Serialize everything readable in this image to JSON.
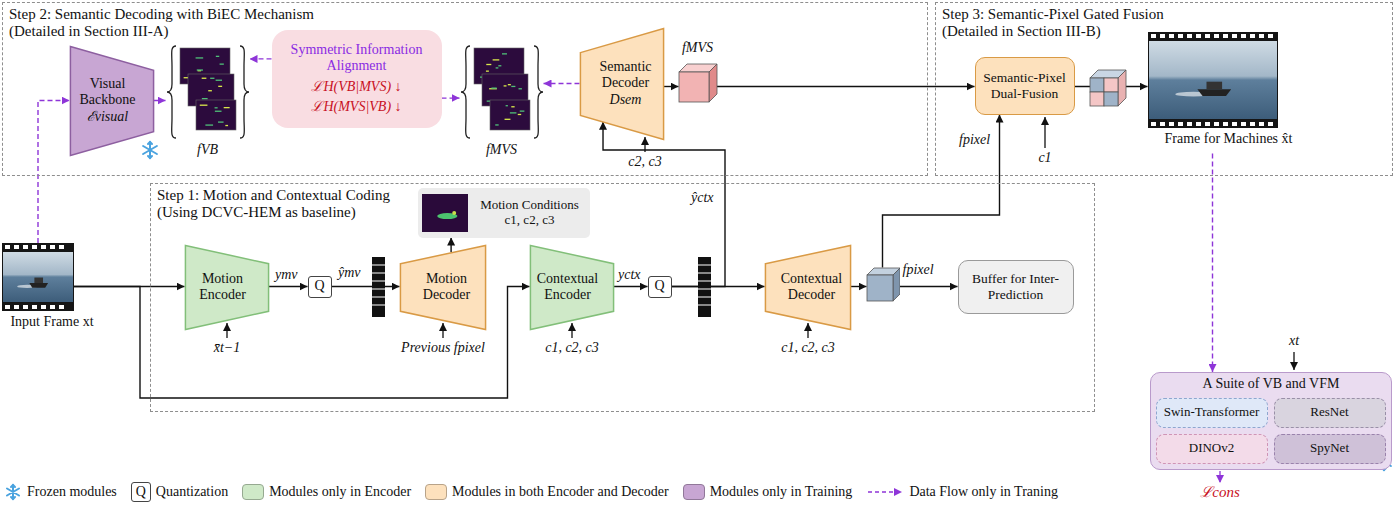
{
  "diagram": {
    "nodes": [
      {
        "text": [
          "Step 2: Semantic Decoding with BiEC Mechanism",
          "(Detailed in Section III-A)"
        ]
      },
      {
        "text": [
          "Visual Backbone",
          "ℰvisual"
        ],
        "in": 0
      },
      {
        "text": [
          "fVB"
        ],
        "in": 0
      },
      {
        "text": [
          "Symmetric Information Alignment",
          "ℒH(VB|MVS) ↓",
          "ℒH(MVS|VB) ↓"
        ],
        "in": 0
      },
      {
        "text": [
          "fMVS"
        ],
        "in": 0
      },
      {
        "text": [
          "Semantic Decoder",
          "Dsem"
        ],
        "in": 0
      },
      {
        "text": [
          "fMVS"
        ],
        "in": 0
      },
      {
        "text": [
          "Step 3: Semantic-Pixel Gated Fusion",
          "(Detailed in Section III-B)"
        ]
      },
      {
        "text": [
          "Semantic-Pixel Dual-Fusion"
        ],
        "in": 7
      },
      {
        "text": [
          "Frame for Machines x̂t"
        ],
        "in": 7
      },
      {
        "text": [
          "Step 1: Motion and Contextual Coding",
          "(Using DCVC-HEM as baseline)"
        ]
      },
      {
        "text": [
          "Motion Encoder"
        ],
        "in": 10
      },
      {
        "text": [
          "Q"
        ],
        "in": 10
      },
      {
        "text": [
          "Motion Decoder"
        ],
        "in": 10
      },
      {
        "text": [
          "Motion Conditions c1, c2, c3"
        ],
        "in": 10
      },
      {
        "text": [
          "Contextual Encoder"
        ],
        "in": 10
      },
      {
        "text": [
          "Q"
        ],
        "in": 10
      },
      {
        "text": [
          "Contextual Decoder"
        ],
        "in": 10
      },
      {
        "text": [
          "fpixel"
        ],
        "in": 10
      },
      {
        "text": [
          "Buffer for Inter-Prediction"
        ],
        "in": 10
      },
      {
        "text": [
          "Input Frame xt"
        ]
      },
      {
        "text": [
          "A Suite of VB and VFM"
        ]
      },
      {
        "text": [
          "Swin-Transformer"
        ],
        "in": 21
      },
      {
        "text": [
          "ResNet"
        ],
        "in": 21
      },
      {
        "text": [
          "DINOv2"
        ],
        "in": 21
      },
      {
        "text": [
          "SpyNet"
        ],
        "in": 21
      }
    ],
    "edges": [
      {
        "from": 20,
        "to": 1,
        "arrow": "to"
      },
      {
        "from": 1,
        "to": 2,
        "arrow": "to"
      },
      {
        "from": 3,
        "to": 2,
        "arrow": "to"
      },
      {
        "from": 3,
        "to": 4,
        "arrow": "to"
      },
      {
        "from": 5,
        "to": 4,
        "arrow": "to"
      },
      {
        "from": 5,
        "to": 6,
        "arrow": "to"
      },
      {
        "from": 6,
        "to": 8,
        "arrow": "to"
      },
      {
        "from": 8,
        "to": 9,
        "arrow": "to"
      },
      {
        "from": 20,
        "to": 11,
        "arrow": "to"
      },
      {
        "from": 11,
        "to": 12,
        "arrow": "to",
        "label": "ymv"
      },
      {
        "from": 12,
        "to": 13,
        "arrow": "to",
        "label": "ŷmv"
      },
      {
        "from": 13,
        "to": 14,
        "arrow": "to"
      },
      {
        "from": 20,
        "to": 15,
        "arrow": "to"
      },
      {
        "from": 15,
        "to": 16,
        "arrow": "to",
        "label": "yctx"
      },
      {
        "from": 16,
        "to": 17,
        "arrow": "to"
      },
      {
        "from": 16,
        "to": 5,
        "arrow": "to",
        "label": "ŷctx"
      },
      {
        "from": 17,
        "to": 18,
        "arrow": "to"
      },
      {
        "from": 18,
        "to": 19,
        "arrow": "to"
      },
      {
        "from": 18,
        "to": 8,
        "arrow": "to",
        "label": "fpixel"
      },
      {
        "from": 9,
        "to": 21,
        "arrow": "to"
      }
    ],
    "labels": [
      "x̄t−1",
      "Previous fpixel",
      "c1, c2, c3",
      "c1, c2, c3",
      "c2, c3",
      "c1",
      "xt",
      "ℒcons",
      "Q"
    ],
    "legend": [
      {
        "text": "Frozen modules"
      },
      {
        "text": "Quantization"
      },
      {
        "text": "Modules only in Encoder",
        "color": "#cfe9c8"
      },
      {
        "text": "Modules in both Encoder and Decoder",
        "color": "#fde1bd"
      },
      {
        "text": "Modules only in Training",
        "color": "#c8a6d3"
      },
      {
        "text": "Data Flow only in Traning"
      }
    ]
  }
}
